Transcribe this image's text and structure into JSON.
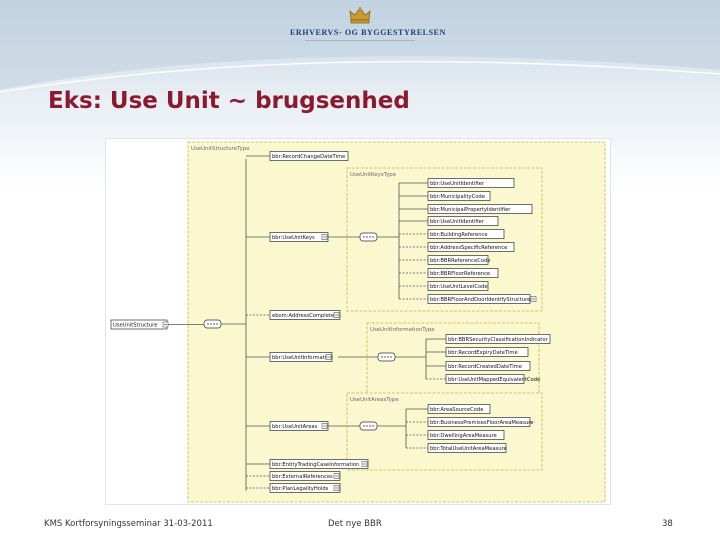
{
  "header": {
    "logo_text": "Erhvervs- og Byggestyrelsen",
    "title": "Eks: Use Unit ~ brugsenhed"
  },
  "schema": {
    "type_labels": {
      "outer": "UseUnitStructureType",
      "keys": "UseUnitKeysType",
      "information": "UseUnitInformationType",
      "areas": "UseUnitAreasType"
    },
    "root": "UseUnitStructure",
    "main": [
      "bbr:RecordChangeDateTime",
      "bbr:UseUnitKeys",
      "ebom:AddressComplete",
      "bbr:UseUnitInformation",
      "bbr:UseUnitAreas",
      "bbr:EntityTradingCaseInformation",
      "bbr:ExternalReferences",
      "bbr:PlanLegalityHolds"
    ],
    "keys": [
      "bbr:UseUnitIdentifier",
      "bbr:MunicipalityCode",
      "bbr:MunicipalPropertyIdentifier",
      "bbr:UseUnitIdentifier",
      "bbr:BuildingReference",
      "bbr:AddressSpecificReference",
      "bbr:BBRReferenceCode",
      "bbr:BBRFloorReference",
      "bbr:UseUnitLevelCode",
      "bbr:BBRFloorAndDoorIdentifyStructure"
    ],
    "information": [
      "bbr:BBRSecurityClassificationIndicator",
      "bbr:RecordExpiryDateTime",
      "bbr:RecordCreatedDateTime",
      "bbr:UseUnitMappedEquivalentCode"
    ],
    "areas": [
      "bbr:AreaSourceCode",
      "bbr:BusinessPremisesFloorAreaMeasure",
      "bbr:DwellingAreaMeasure",
      "bbr:TotalUseUnitAreaMeasure"
    ]
  },
  "footer": {
    "left": "KMS Kortforsyningsseminar 31-03-2011",
    "center": "Det nye BBR",
    "page": "38"
  },
  "colors": {
    "title": "#8c1a2e",
    "brand_blue": "#1f3d70",
    "schema_yellow": "#fbf7cf",
    "schema_border": "#c7b648"
  }
}
